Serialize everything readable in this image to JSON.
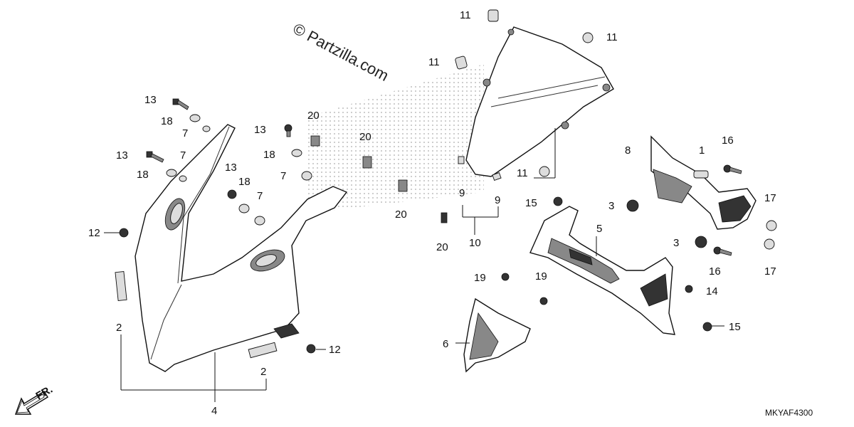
{
  "watermark": "© Partzilla.com",
  "diagram_code": "MKYAF4300",
  "front_arrow_label": "FR.",
  "labels": {
    "l1": "1",
    "l2a": "2",
    "l2b": "2",
    "l3a": "3",
    "l3b": "3",
    "l4": "4",
    "l5": "5",
    "l6": "6",
    "l7a": "7",
    "l7b": "7",
    "l7c": "7",
    "l7d": "7",
    "l8": "8",
    "l9a": "9",
    "l9b": "9",
    "l10": "10",
    "l11a": "11",
    "l11b": "11",
    "l11c": "11",
    "l11d": "11",
    "l12a": "12",
    "l12b": "12",
    "l13a": "13",
    "l13b": "13",
    "l13c": "13",
    "l13d": "13",
    "l14": "14",
    "l15a": "15",
    "l15b": "15",
    "l16a": "16",
    "l16b": "16",
    "l17a": "17",
    "l17b": "17",
    "l18a": "18",
    "l18b": "18",
    "l18c": "18",
    "l18d": "18",
    "l19a": "19",
    "l19b": "19",
    "l20a": "20",
    "l20b": "20",
    "l20c": "20",
    "l20d": "20"
  }
}
